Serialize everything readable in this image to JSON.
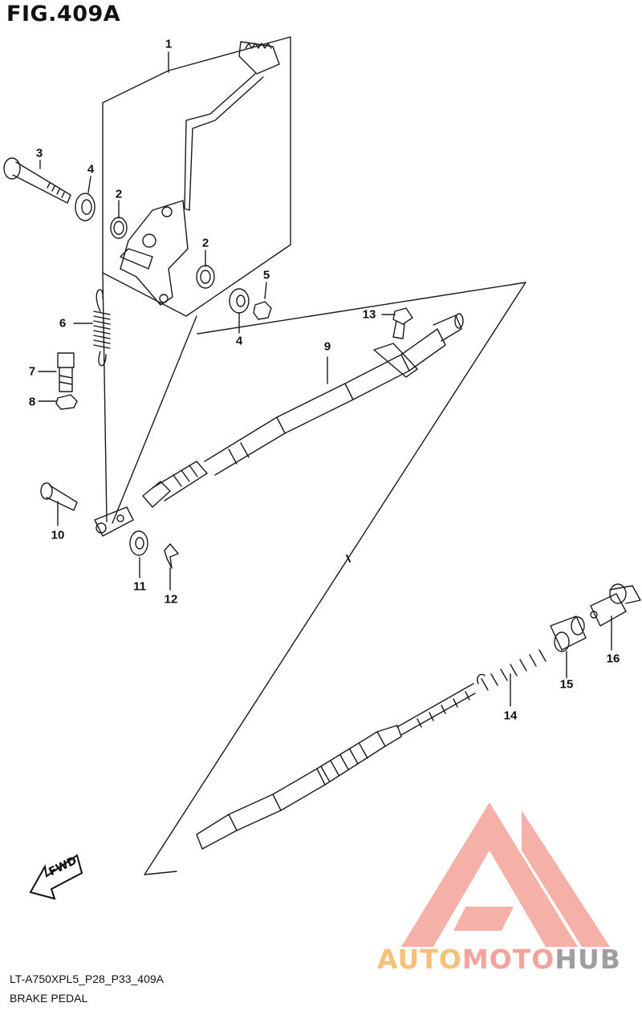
{
  "figure": {
    "title": "FIG.409A",
    "model_code": "LT-A750XPL5_P28_P33_409A",
    "section_name": "BRAKE PEDAL",
    "direction_label": "FWD"
  },
  "callouts": [
    {
      "id": "c1",
      "number": "1",
      "part": "brake-pedal"
    },
    {
      "id": "c2a",
      "number": "2",
      "part": "bushing"
    },
    {
      "id": "c2b",
      "number": "2",
      "part": "bushing"
    },
    {
      "id": "c3",
      "number": "3",
      "part": "pivot-bolt"
    },
    {
      "id": "c4a",
      "number": "4",
      "part": "washer"
    },
    {
      "id": "c4b",
      "number": "4",
      "part": "washer"
    },
    {
      "id": "c5",
      "number": "5",
      "part": "nut"
    },
    {
      "id": "c6",
      "number": "6",
      "part": "return-spring"
    },
    {
      "id": "c7",
      "number": "7",
      "part": "bolt"
    },
    {
      "id": "c8",
      "number": "8",
      "part": "nut"
    },
    {
      "id": "c9",
      "number": "9",
      "part": "brake-cable"
    },
    {
      "id": "c10",
      "number": "10",
      "part": "pin"
    },
    {
      "id": "c11",
      "number": "11",
      "part": "washer"
    },
    {
      "id": "c12",
      "number": "12",
      "part": "cotter-pin"
    },
    {
      "id": "c13",
      "number": "13",
      "part": "bolt"
    },
    {
      "id": "c14",
      "number": "14",
      "part": "spring"
    },
    {
      "id": "c15",
      "number": "15",
      "part": "collar"
    },
    {
      "id": "c16",
      "number": "16",
      "part": "joint"
    }
  ],
  "watermark": {
    "text_part1": "AUTO",
    "text_part2": "MOTO",
    "text_part3": "HUB",
    "color_primary": "#f4a39a",
    "color_secondary": "#f6c07a",
    "color_tertiary": "#9e9e9e"
  },
  "line_color": "#1a1a1a"
}
